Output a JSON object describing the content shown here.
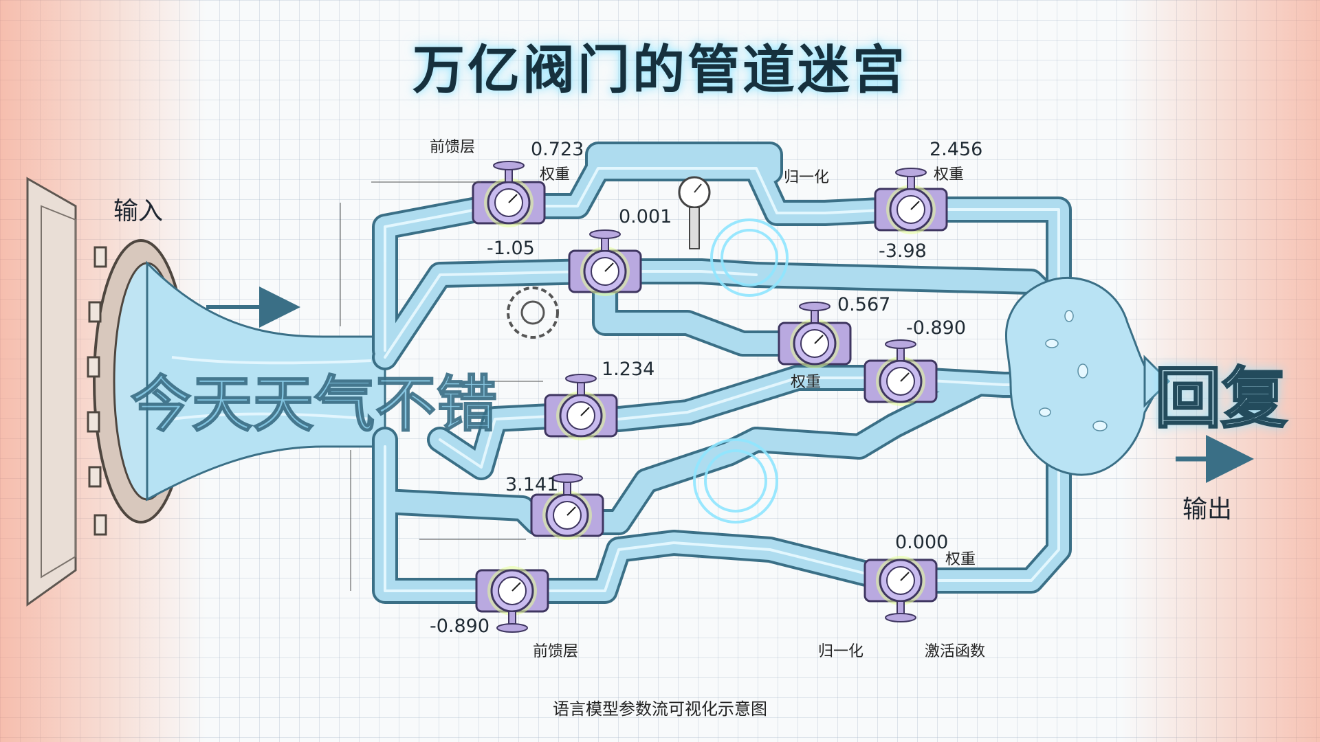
{
  "title": "万亿阀门的管道迷宫",
  "input": {
    "label": "输入",
    "text": "今天天气不错"
  },
  "output": {
    "label": "输出",
    "text": "回复"
  },
  "caption": "语言模型参数流可视化示意图",
  "annotations": {
    "feedforward_top": "前馈层",
    "feedforward_bottom": "前馈层",
    "norm_top": "归一化",
    "norm_bottom": "归一化",
    "activation": "激活函数",
    "weight_1": "权重",
    "weight_2": "权重",
    "weight_3": "权重",
    "weight_4": "权重"
  },
  "valves": [
    {
      "value": "0.723"
    },
    {
      "value": "-1.05"
    },
    {
      "value": "0.001"
    },
    {
      "value": "2.456"
    },
    {
      "value": "-3.98"
    },
    {
      "value": "0.567"
    },
    {
      "value": "-0.890"
    },
    {
      "value": "1.234"
    },
    {
      "value": "3.141"
    },
    {
      "value": "-0.890"
    },
    {
      "value": "0.000"
    }
  ],
  "colors": {
    "pipe": "#a9dbef",
    "pipe_outline": "#3a6f86",
    "valve": "#b9a9e0",
    "glow": "#e7ff8a",
    "background": "#f8fafb"
  }
}
